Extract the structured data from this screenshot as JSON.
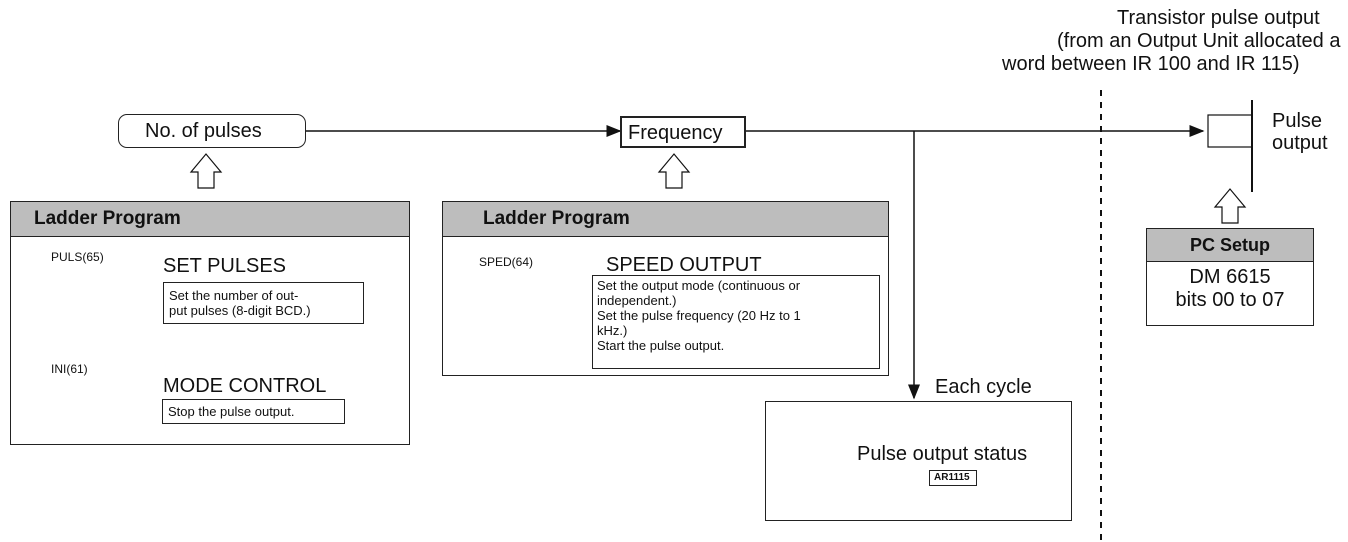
{
  "top_note": {
    "line1": "Transistor pulse output",
    "line2": "(from an Output Unit allocated a",
    "line3": "word between IR 100 and IR 115)"
  },
  "pulses_box": {
    "label": "No. of pulses"
  },
  "frequency_box": {
    "label": "Frequency"
  },
  "pulse_output": {
    "line1": "Pulse",
    "line2": "output"
  },
  "ladder_left": {
    "header": "Ladder Program",
    "instr1_code": "PULS(65)",
    "instr1_name": "SET PULSES",
    "instr1_desc_line1": "Set the number of out-",
    "instr1_desc_line2": "put pulses (8-digit BCD.)",
    "instr2_code": "INI(61)",
    "instr2_name": "MODE CONTROL",
    "instr2_desc": "Stop the pulse output."
  },
  "ladder_mid": {
    "header": "Ladder Program",
    "instr_code": "SPED(64)",
    "instr_name": "SPEED OUTPUT",
    "desc_line1": "Set the output mode (continuous or",
    "desc_line2": "independent.)",
    "desc_line3": "Set the pulse frequency (20 Hz to 1",
    "desc_line4": "kHz.)",
    "desc_line5": "Start the pulse output."
  },
  "each_cycle": "Each cycle",
  "status_box": {
    "label": "Pulse output status",
    "flag": "AR1115"
  },
  "pc_setup": {
    "header": "PC Setup",
    "line1": "DM 6615",
    "line2": "bits 00 to 07"
  }
}
